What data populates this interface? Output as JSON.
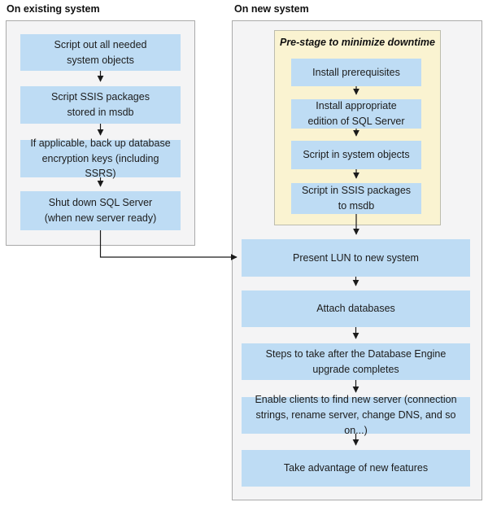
{
  "colors": {
    "box_fill": "#bedcf4",
    "prestage_fill": "#faf3d1",
    "panel_fill": "#f4f4f5",
    "panel_border": "#aaaaaa",
    "arrow": "#1a1a1a",
    "text": "#1c1c1c"
  },
  "left_panel": {
    "title": "On existing system",
    "boxes": [
      "Script out all needed\nsystem objects",
      "Script SSIS packages\nstored in msdb",
      "If applicable, back up database\nencryption keys (including SSRS)",
      "Shut down SQL Server\n(when new server ready)"
    ]
  },
  "right_panel": {
    "title": "On new system",
    "prestage": {
      "title": "Pre-stage to minimize downtime",
      "boxes": [
        "Install prerequisites",
        "Install appropriate\nedition of SQL Server",
        "Script in system objects",
        "Script in SSIS packages\nto msdb"
      ]
    },
    "boxes": [
      "Present LUN to new system",
      "Attach databases",
      "Steps to take after the Database Engine\nupgrade completes",
      "Enable clients to find new server (connection\nstrings, rename server, change DNS, and so on...)",
      "Take advantage of new features"
    ]
  }
}
